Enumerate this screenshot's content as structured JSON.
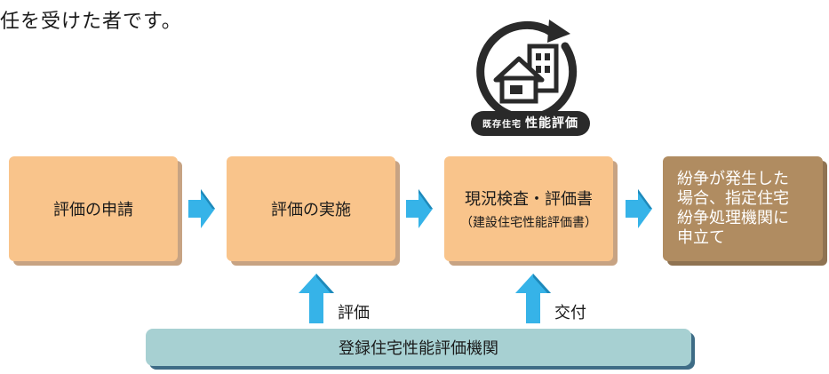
{
  "intro": {
    "text": "任を受けた者です。"
  },
  "logo": {
    "label_small": "既存住宅",
    "label_main": "性能評価"
  },
  "steps": [
    {
      "label": "評価の申請"
    },
    {
      "label": "評価の実施"
    },
    {
      "label": "現況検査・評価書",
      "sub": "（建設住宅性能評価書）"
    }
  ],
  "final": {
    "lines": [
      "紛争が発生した",
      "場合、指定住宅",
      "紛争処理機関に",
      "申立て"
    ]
  },
  "up_arrows": [
    {
      "label": "評価"
    },
    {
      "label": "交付"
    }
  ],
  "org": {
    "label": "登録住宅性能評価機関"
  },
  "colors": {
    "step_fill": "#f9c48b",
    "step_shadow": "#c7a383",
    "final_fill": "#b08c61",
    "arrow_blue": "#36b3e8",
    "org_fill": "#a7d0d2",
    "org_shadow": "#3e6c86"
  },
  "icons": [
    "house-renewal-logo",
    "right-arrow-icon",
    "up-arrow-icon"
  ]
}
